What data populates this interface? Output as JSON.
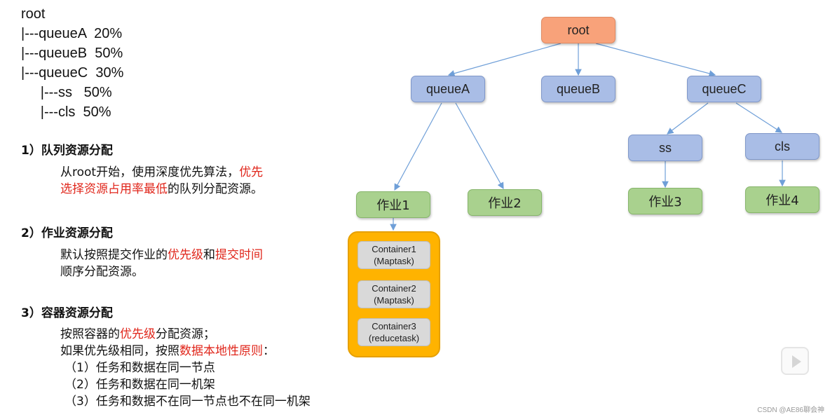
{
  "tree_text": [
    "root",
    "|---queueA  20%",
    "|---queueB  50%",
    "|---queueC  30%",
    "     |---ss   50%",
    "     |---cls  50%"
  ],
  "sections": [
    {
      "title": "1）队列资源分配",
      "lines": [
        {
          "plain": "从root开始，使用深度优先算法，",
          "red": "优先"
        },
        {
          "red": "选择资源占用率最低",
          "plain_after": "的队列分配资源。"
        }
      ]
    },
    {
      "title": "2）作业资源分配",
      "lines": [
        {
          "plain": "默认按照提交作业的",
          "red": "优先级",
          "plain_after": "和",
          "red2": "提交时间"
        },
        {
          "plain": "顺序分配资源。"
        }
      ]
    },
    {
      "title": "3）容器资源分配",
      "lines": [
        {
          "plain": "按照容器的",
          "red": "优先级",
          "plain_after": "分配资源；"
        },
        {
          "plain": "如果优先级相同，按照",
          "red": "数据本地性原则",
          "plain_after": "："
        },
        {
          "plain": "（1）任务和数据在同一节点"
        },
        {
          "plain": "（2）任务和数据在同一机架"
        },
        {
          "plain": "（3）任务和数据不在同一节点也不在同一机架"
        }
      ]
    }
  ],
  "nodes": {
    "root": "root",
    "queueA": "queueA",
    "queueB": "queueB",
    "queueC": "queueC",
    "ss": "ss",
    "cls": "cls",
    "job1": "作业1",
    "job2": "作业2",
    "job3": "作业3",
    "job4": "作业4"
  },
  "containers": [
    {
      "name": "Container1",
      "task": "(Maptask)"
    },
    {
      "name": "Container2",
      "task": "(Maptask)"
    },
    {
      "name": "Container3",
      "task": "(reducetask)"
    }
  ],
  "watermark": "CSDN @AE86聊会神",
  "colors": {
    "root": "#f8a27a",
    "queue": "#a9bde6",
    "job": "#a9d18e",
    "container_group": "#ffb300",
    "container": "#d9d9d9",
    "arrow": "#6f9fd8",
    "highlight": "#e0261b"
  }
}
